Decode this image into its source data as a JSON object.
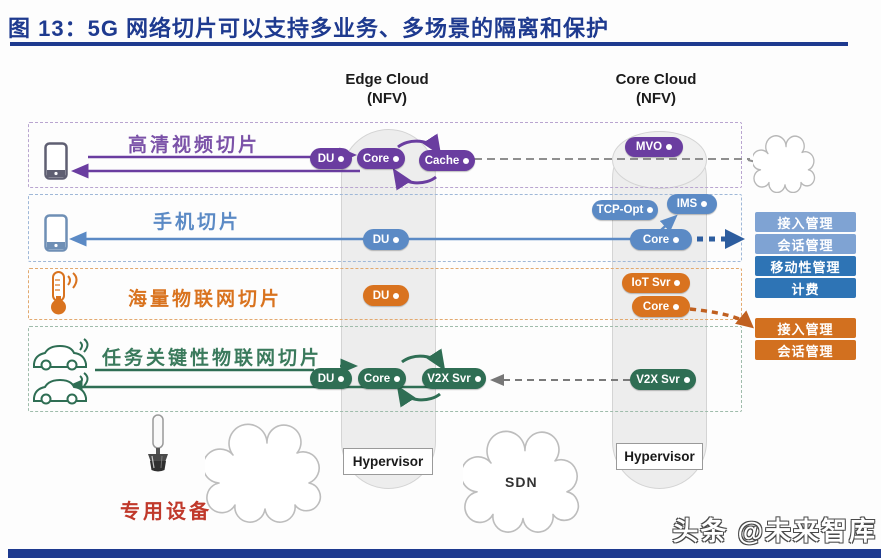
{
  "figure": {
    "title": "图 13：5G 网络切片可以支持多业务、多场景的隔离和保护",
    "watermark": "头条 @未来智库"
  },
  "columns": {
    "edge_title": "Edge Cloud",
    "edge_sub": "(NFV)",
    "core_title": "Core Cloud",
    "core_sub": "(NFV)"
  },
  "slices": {
    "video": {
      "label": "高清视频切片",
      "nodes": {
        "du": "DU",
        "core": "Core",
        "cache": "Cache",
        "mvo": "MVO"
      }
    },
    "mobile": {
      "label": "手机切片",
      "nodes": {
        "du": "DU",
        "tcp": "TCP-Opt",
        "ims": "IMS",
        "core": "Core"
      }
    },
    "iot": {
      "label": "海量物联网切片",
      "nodes": {
        "du": "DU",
        "iotsvr": "IoT Svr",
        "core": "Core"
      }
    },
    "critical": {
      "label": "任务关键性物联网切片",
      "nodes": {
        "du": "DU",
        "core": "Core",
        "v2x_edge": "V2X Svr",
        "v2x_core": "V2X Svr"
      }
    }
  },
  "mgmt": {
    "mobile_boxes": [
      {
        "label": "接入管理"
      },
      {
        "label": "会话管理"
      },
      {
        "label": "移动性管理"
      },
      {
        "label": "计费"
      }
    ],
    "iot_boxes": [
      {
        "label": "接入管理"
      },
      {
        "label": "会话管理"
      }
    ]
  },
  "infra": {
    "hypervisor_edge": "Hypervisor",
    "hypervisor_core": "Hypervisor",
    "sdn": "SDN",
    "device_label": "专用设备"
  },
  "colors": {
    "navy": "#1e3a8f",
    "purple": "#6a3da0",
    "blue": "#5b8ac5",
    "blue_light": "#7fa3d3",
    "blue_dark": "#2e74b5",
    "orange": "#d9731f",
    "orange_box": "#d2701f",
    "green": "#2f6e54",
    "red": "#c0392b"
  }
}
